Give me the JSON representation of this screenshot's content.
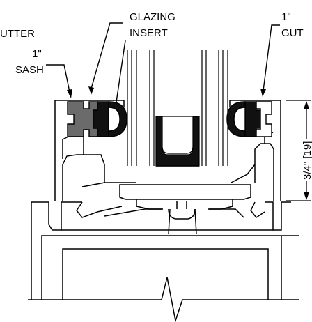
{
  "labels": {
    "gutter_left": "UTTER",
    "glazing_line1": "GLAZING",
    "glazing_line2": "INSERT",
    "sash_line1": "1\"",
    "sash_line2": "SASH",
    "gutter_right_line1": "1\"",
    "gutter_right_line2": "GUT"
  },
  "dimension": {
    "label": "3/4\" [19]"
  },
  "colors": {
    "line": "#000000",
    "gasket_grey": "#6b6b6b",
    "gasket_black": "#111111",
    "background": "#ffffff"
  }
}
